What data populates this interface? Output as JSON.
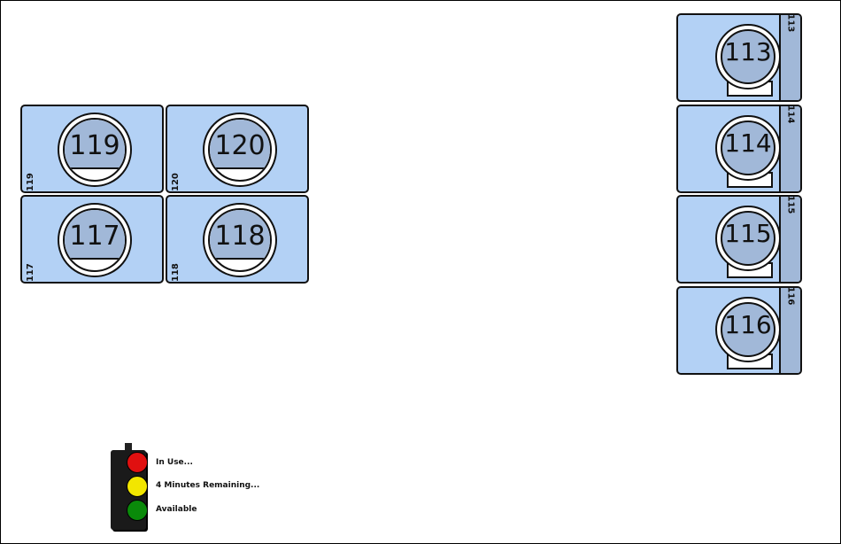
{
  "floor": {
    "stations": [
      {
        "id": "119",
        "number": "119",
        "side_label": "119"
      },
      {
        "id": "120",
        "number": "120",
        "side_label": "120"
      },
      {
        "id": "117",
        "number": "117",
        "side_label": "117"
      },
      {
        "id": "118",
        "number": "118",
        "side_label": "118"
      }
    ],
    "column_stations": [
      {
        "id": "113",
        "number": "113",
        "strip_label": "113"
      },
      {
        "id": "114",
        "number": "114",
        "strip_label": "114"
      },
      {
        "id": "115",
        "number": "115",
        "strip_label": "115"
      },
      {
        "id": "116",
        "number": "116",
        "strip_label": "116"
      }
    ]
  },
  "legend": {
    "in_use": "In Use...",
    "minutes_remaining": "4 Minutes Remaining...",
    "available": "Available",
    "colors": {
      "red": "#e01010",
      "yellow": "#f2e600",
      "green": "#0a8a0a"
    }
  },
  "colors": {
    "station_fill": "#b3d1f5",
    "screen_fill": "#a1b8d8"
  }
}
